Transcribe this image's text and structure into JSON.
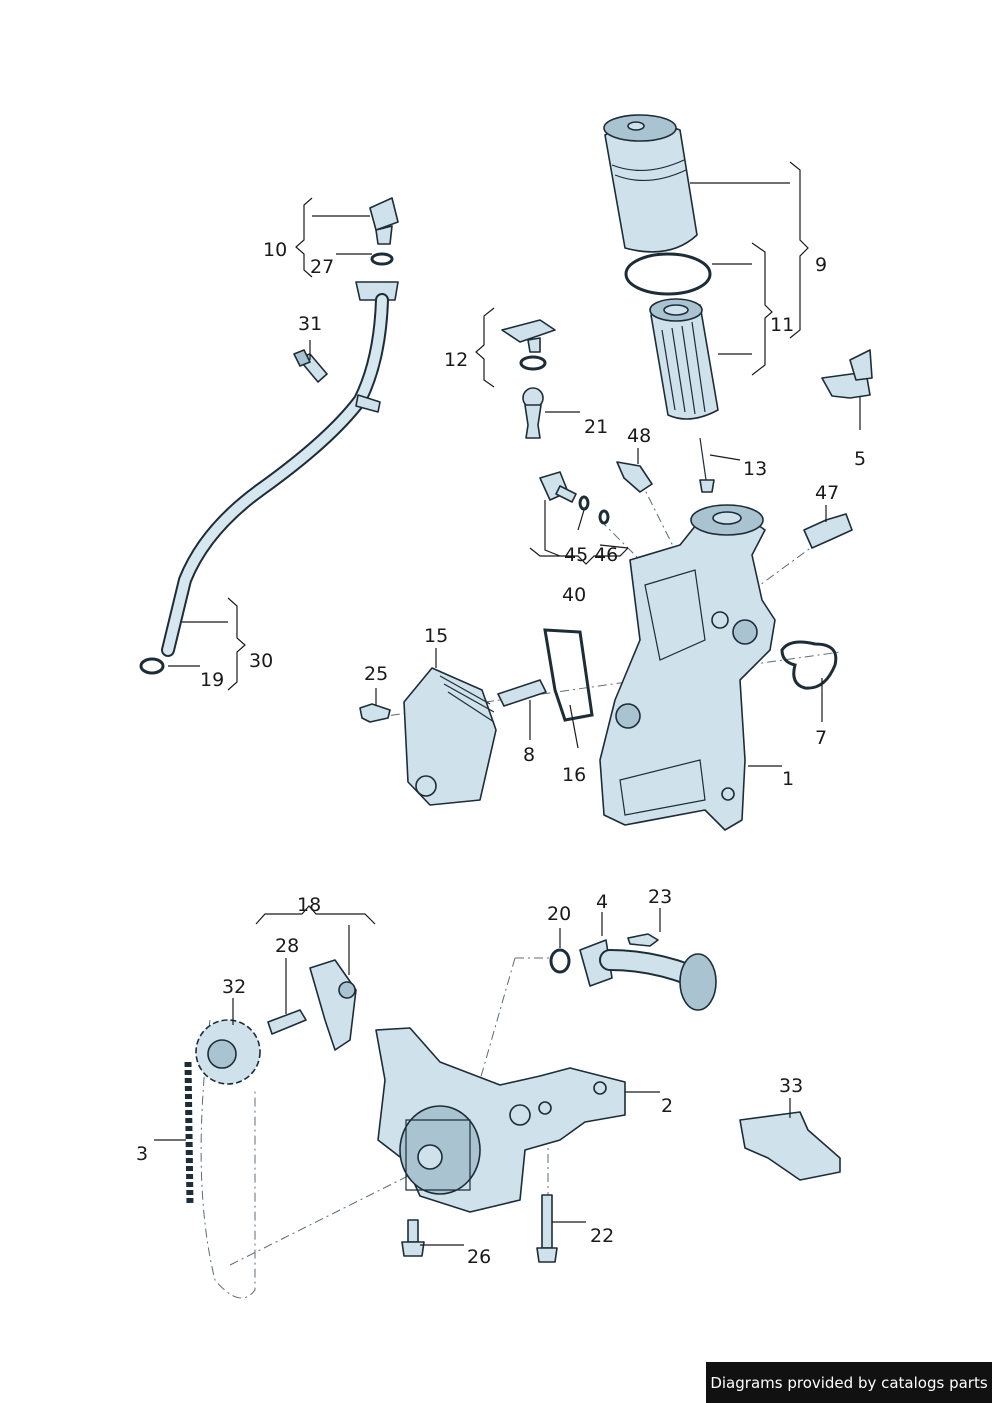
{
  "callouts": [
    "1",
    "2",
    "3",
    "4",
    "5",
    "7",
    "8",
    "9",
    "10",
    "11",
    "12",
    "13",
    "15",
    "16",
    "18",
    "19",
    "20",
    "21",
    "22",
    "23",
    "25",
    "26",
    "27",
    "28",
    "30",
    "31",
    "32",
    "33",
    "40",
    "45",
    "46",
    "47",
    "48"
  ],
  "watermark": "Diagrams provided by catalogs parts"
}
